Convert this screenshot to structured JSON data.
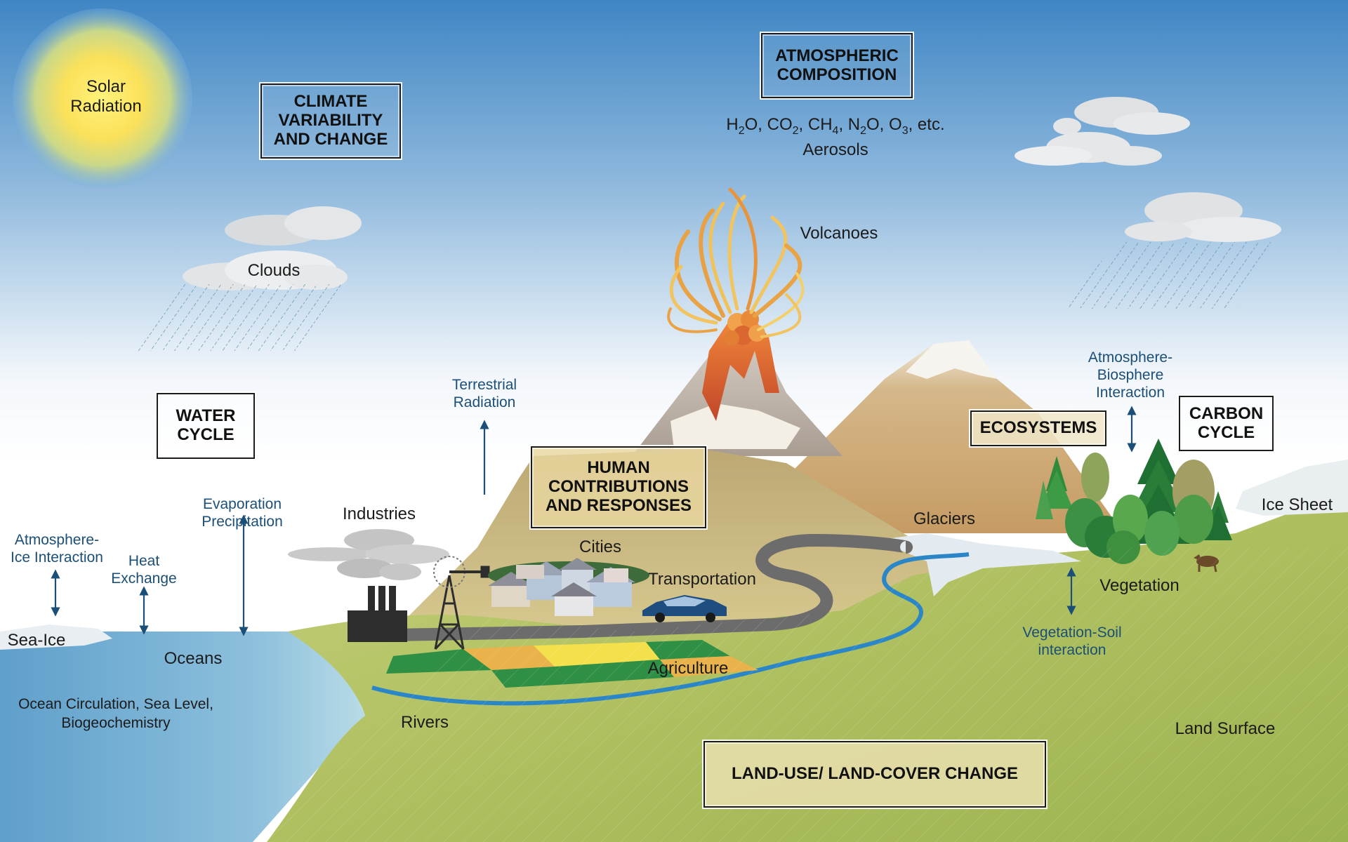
{
  "boxes": {
    "climate": [
      "CLIMATE",
      "VARIABILITY",
      "AND CHANGE"
    ],
    "atmospheric": [
      "ATMOSPHERIC",
      "COMPOSITION"
    ],
    "water": [
      "WATER",
      "CYCLE"
    ],
    "human": [
      "HUMAN",
      "CONTRIBUTIONS",
      "AND RESPONSES"
    ],
    "ecosystems": [
      "ECOSYSTEMS"
    ],
    "carbon": [
      "CARBON",
      "CYCLE"
    ],
    "land_use": [
      "LAND-USE/ LAND-COVER CHANGE"
    ]
  },
  "labels": {
    "solar": [
      "Solar",
      "Radiation"
    ],
    "gases": {
      "h": "H",
      "h_sub": "2",
      "o_co": "O, CO",
      "co_sub": "2",
      "ch": ", CH",
      "ch_sub": "4",
      "n": ", N",
      "n_sub": "2",
      "o_o": "O, O",
      "o_sub": "3",
      "etc": ", etc."
    },
    "aerosols": "Aerosols",
    "volcanoes": "Volcanoes",
    "clouds": "Clouds",
    "terrestrial": [
      "Terrestrial",
      "Radiation"
    ],
    "atmosphere_biosphere": [
      "Atmosphere-",
      "Biosphere",
      "Interaction"
    ],
    "atmosphere_ice": [
      "Atmosphere-",
      "Ice Interaction"
    ],
    "heat_exchange": [
      "Heat",
      "Exchange"
    ],
    "evaporation": [
      "Evaporation",
      "Precipitation"
    ],
    "industries": "Industries",
    "cities": "Cities",
    "transportation": "Transportation",
    "glaciers": "Glaciers",
    "ice_sheet": "Ice Sheet",
    "vegetation": "Vegetation",
    "vegetation_soil": [
      "Vegetation-Soil",
      "interaction"
    ],
    "sea_ice": "Sea-Ice",
    "oceans": "Oceans",
    "ocean_circulation": [
      "Ocean Circulation, Sea Level,",
      "Biogeochemistry"
    ],
    "agriculture": "Agriculture",
    "rivers": "Rivers",
    "land_surface": "Land Surface"
  },
  "colors": {
    "sky_top": "#3f86c4",
    "sky_bottom": "#ffffff",
    "land": "#a8bd5a",
    "ocean": "#6aa7cc",
    "river": "#1c7dbf",
    "arrow": "#1b4f78",
    "box_fill": "#e9d7a0"
  }
}
